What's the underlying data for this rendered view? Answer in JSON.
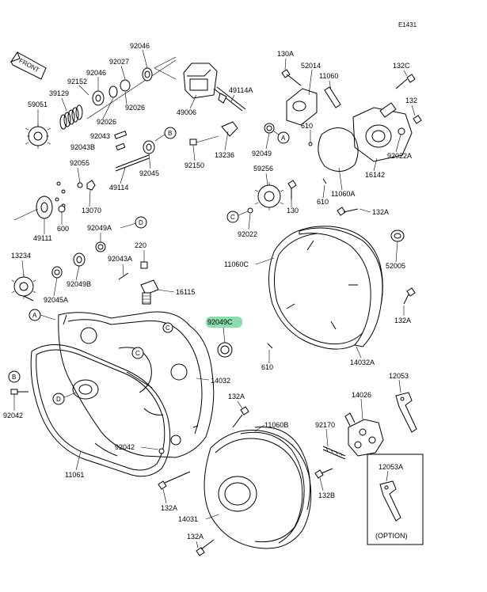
{
  "diagram_id": "E1431",
  "front_label": "FRONT",
  "option_label": "(OPTION)",
  "highlight_color": "#7dd9a6",
  "highlighted_part": "92049C",
  "labels": {
    "p92046": "92046",
    "p92027": "92027",
    "p92046b": "92046",
    "p92152": "92152",
    "p39129": "39129",
    "p59051": "59051",
    "p92026a": "92026",
    "p92026b": "92026",
    "p92043": "92043",
    "p92043B": "92043B",
    "p92055": "92055",
    "p92045": "92045",
    "p49114": "49114",
    "p13070": "13070",
    "p49111": "49111",
    "p600": "600",
    "p92049A": "92049A",
    "p220": "220",
    "p92043A": "92043A",
    "p13234": "13234",
    "p92049B": "92049B",
    "p92045A": "92045A",
    "p16115": "16115",
    "p49006": "49006",
    "p49114A": "49114A",
    "p92150": "92150",
    "p13236": "13236",
    "p92049": "92049",
    "p130A": "130A",
    "p52014": "52014",
    "p11060": "11060",
    "p132C": "132C",
    "p132": "132",
    "p610a": "610",
    "p16142": "16142",
    "p92022A": "92022A",
    "p59256": "59256",
    "p130": "130",
    "p11060A": "11060A",
    "p610b": "610",
    "p132A_a": "132A",
    "p92022": "92022",
    "p11060C": "11060C",
    "p52005": "52005",
    "p132A_b": "132A",
    "p92049C": "92049C",
    "p14032": "14032",
    "p610c": "610",
    "p14032A": "14032A",
    "p12053": "12053",
    "p14026": "14026",
    "p132A_c": "132A",
    "p11060B": "11060B",
    "p92170": "92170",
    "p92042": "92042",
    "p92042b": "92042",
    "p11061": "11061",
    "p132B": "132B",
    "p12053A": "12053A",
    "p132A_d": "132A",
    "p14031": "14031",
    "p132A_e": "132A"
  },
  "callouts": {
    "a1": "A",
    "a2": "A",
    "b1": "B",
    "b2": "B",
    "c1": "C",
    "c2": "C",
    "c3": "C",
    "d1": "D",
    "d2": "D"
  }
}
